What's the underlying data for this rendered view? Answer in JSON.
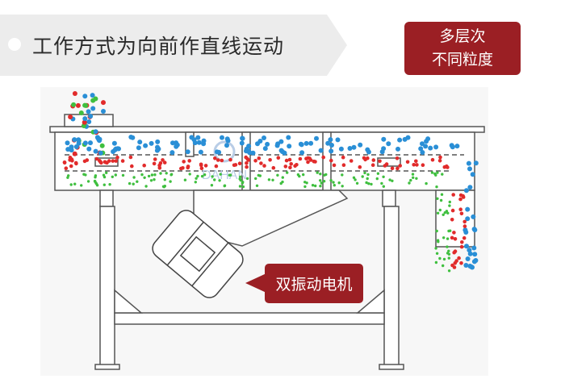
{
  "header": {
    "title": "工作方式为向前作直线运动"
  },
  "badge": {
    "line1": "多层次",
    "line2": "不同粒度"
  },
  "callout": {
    "label": "双振动电机"
  },
  "watermark": {
    "text": "DAHAN"
  },
  "colors": {
    "accent": "#9b1f24",
    "header_bg": "#ececec",
    "blue_particle": "#2a8fd6",
    "red_particle": "#e12b2b",
    "green_particle": "#3fbf3f"
  }
}
